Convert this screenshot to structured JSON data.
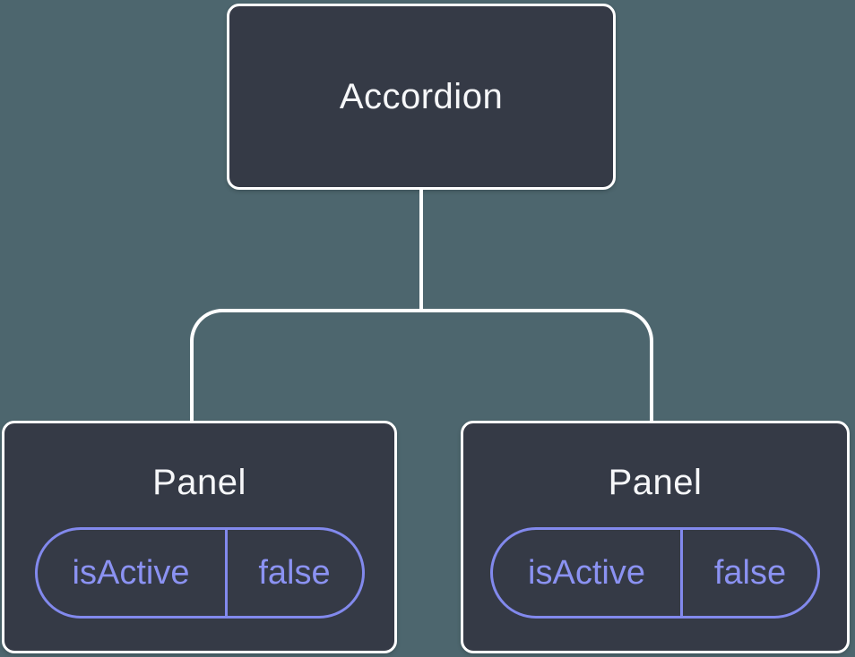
{
  "diagram": {
    "type": "component-tree",
    "root": {
      "label": "Accordion"
    },
    "children": [
      {
        "label": "Panel",
        "state": {
          "name": "isActive",
          "value": "false"
        }
      },
      {
        "label": "Panel",
        "state": {
          "name": "isActive",
          "value": "false"
        }
      }
    ],
    "colors": {
      "background": "#4d666e",
      "node_fill": "#353a46",
      "node_border": "#ffffff",
      "node_text": "#f6f7f9",
      "connector": "#ffffff",
      "state_border": "#8289ed",
      "state_text": "#8b92f2"
    }
  }
}
